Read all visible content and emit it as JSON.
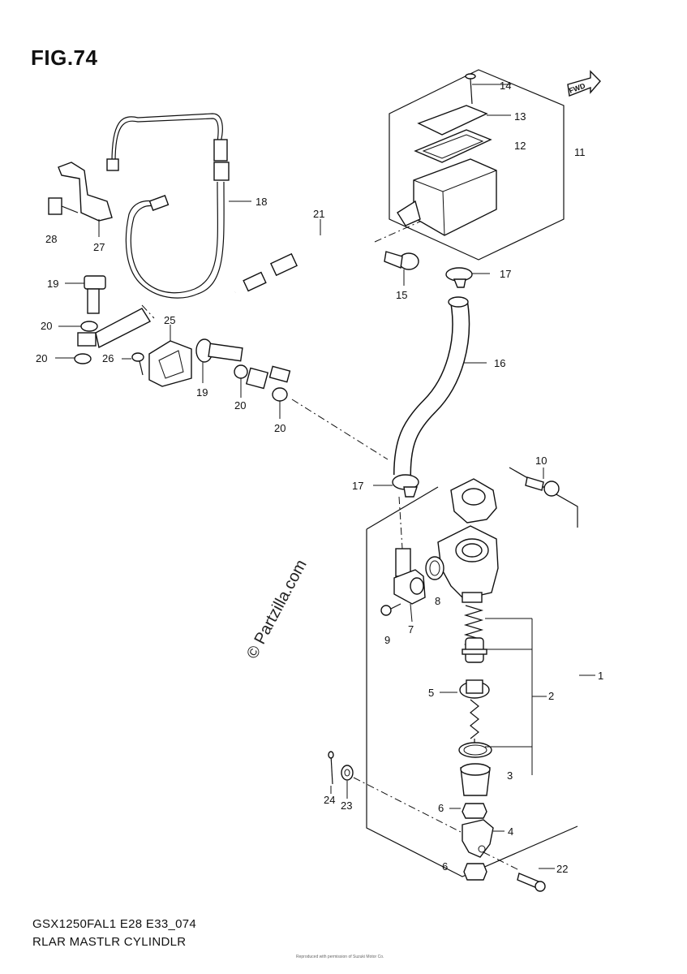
{
  "figure": {
    "title": "FIG.74",
    "code": "GSX1250FAL1 E28 E33_074",
    "name": "RLAR MASTLR CYLINDLR",
    "watermark": "© Partzilla.com",
    "copyright": "Reproduced with permission of Suzuki Motor Co."
  },
  "arrow_label": "FWD",
  "callouts": {
    "c1": "1",
    "c2": "2",
    "c3": "3",
    "c4": "4",
    "c5": "5",
    "c6a": "6",
    "c6b": "6",
    "c7": "7",
    "c8": "8",
    "c9": "9",
    "c10": "10",
    "c11": "11",
    "c12": "12",
    "c13": "13",
    "c14": "14",
    "c15": "15",
    "c16": "16",
    "c17a": "17",
    "c17b": "17",
    "c18": "18",
    "c19a": "19",
    "c19b": "19",
    "c20a": "20",
    "c20b": "20",
    "c20c": "20",
    "c20d": "20",
    "c21": "21",
    "c22": "22",
    "c23": "23",
    "c24": "24",
    "c25": "25",
    "c26": "26",
    "c27": "27",
    "c28": "28"
  }
}
